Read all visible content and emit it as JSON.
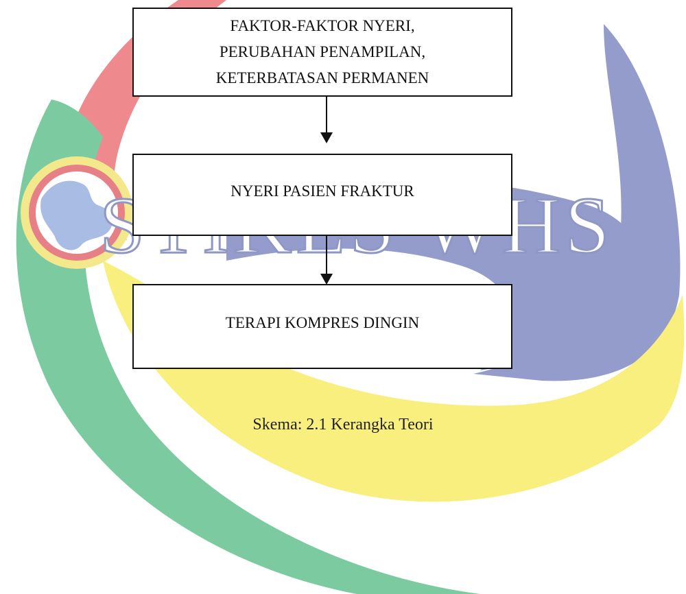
{
  "watermark": {
    "text": "STIKES WHS",
    "colors": {
      "red": "#ee8a8e",
      "green": "#7ccba0",
      "blue": "#949ccc",
      "yellow": "#f8ef7f",
      "globe_ring_outer": "#f3e98c",
      "globe_ring_inner": "#e77f86",
      "globe_map": "#a9bde4"
    }
  },
  "diagram": {
    "boxes": [
      {
        "lines": [
          "FAKTOR-FAKTOR NYERI,",
          "PERUBAHAN PENAMPILAN,",
          "KETERBATASAN PERMANEN"
        ]
      },
      {
        "lines": [
          "NYERI PASIEN FRAKTUR"
        ]
      },
      {
        "lines": [
          "TERAPI KOMPRES DINGIN"
        ]
      }
    ],
    "caption": "Skema: 2.1 Kerangka Teori",
    "line_color": "#111111"
  }
}
